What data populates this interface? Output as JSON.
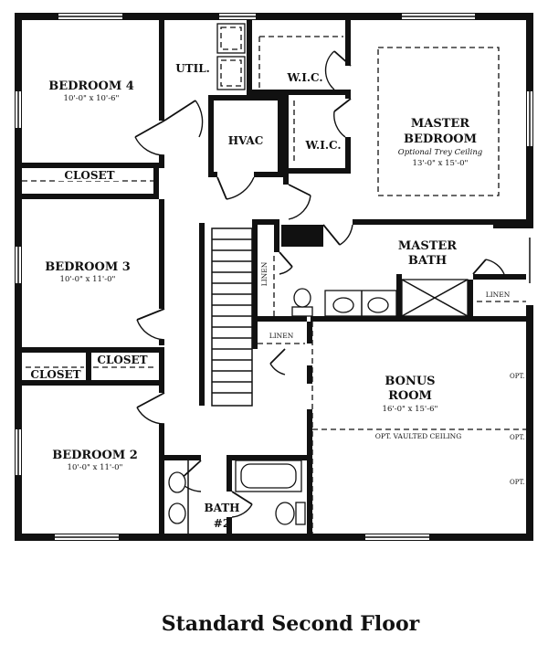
{
  "rooms": {
    "bedroom4": {
      "name": "BEDROOM 4",
      "dims": "10'-0\" x 10'-6\""
    },
    "bedroom3": {
      "name": "BEDROOM 3",
      "dims": "10'-0\" x 11'-0\""
    },
    "bedroom2": {
      "name": "BEDROOM 2",
      "dims": "10'-0\" x 11'-0\""
    },
    "util": "UTIL.",
    "hvac": "HVAC",
    "wic1": "W.I.C.",
    "wic2": "W.I.C.",
    "master_bedroom": {
      "name_line1": "MASTER",
      "name_line2": "BEDROOM",
      "note": "Optional Trey Ceiling",
      "dims": "13'-0\" x 15'-0\""
    },
    "master_bath": {
      "line1": "MASTER",
      "line2": "BATH"
    },
    "bonus_room": {
      "line1": "BONUS",
      "line2": "ROOM",
      "dims": "16'-0\" x 15'-6\"",
      "note": "OPT. VAULTED CEILING"
    },
    "bath2": {
      "line1": "BATH",
      "line2": "#2"
    }
  },
  "closets": {
    "closet_bed4": "CLOSET",
    "closet_bed3": "CLOSET",
    "closet_bed2": "CLOSET"
  },
  "linens": {
    "linen_vertical": "LINEN",
    "linen_master": "LINEN",
    "linen_hall": "LINEN"
  },
  "opt_labels": [
    "OPT.",
    "OPT.",
    "OPT."
  ],
  "caption": "Standard Second Floor"
}
